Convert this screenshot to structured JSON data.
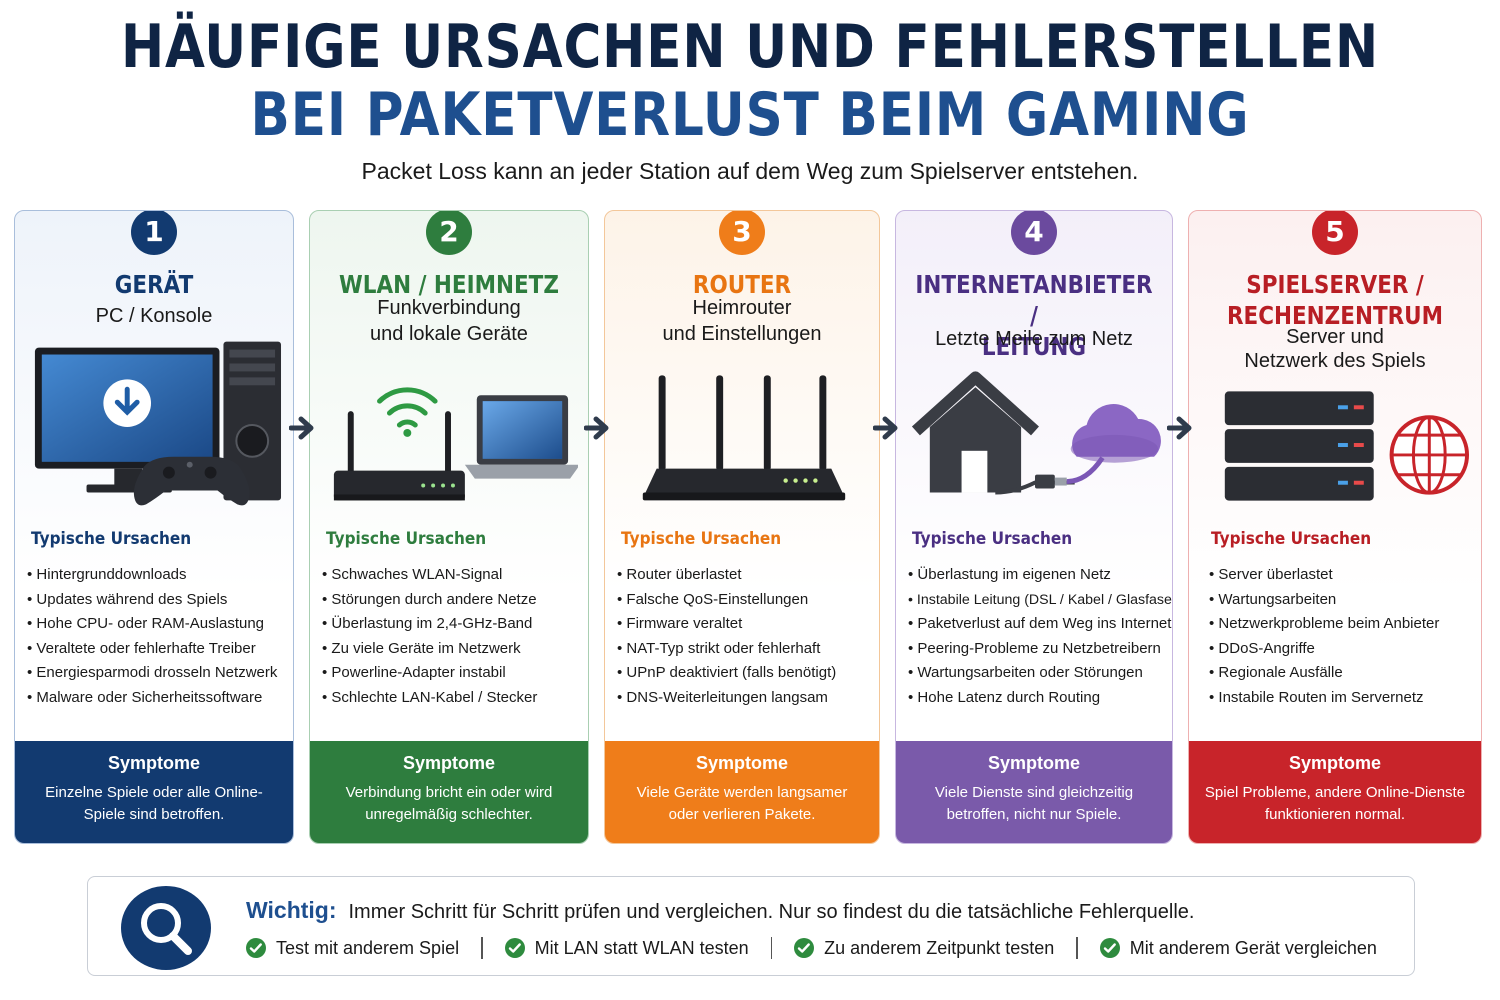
{
  "title_line1": "HÄUFIGE URSACHEN UND FEHLERSTELLEN",
  "title_line2": "BEI PAKETVERLUST BEIM GAMING",
  "subtitle": "Packet Loss kann an jeder Station auf dem Weg zum Spielserver entstehen.",
  "causes_heading": "Typische Ursachen",
  "symptoms_heading": "Symptome",
  "colors": {
    "navy": "#0f2444",
    "blue": "#1e4f8f",
    "green": "#2e7d3e",
    "orange": "#ef7d1a",
    "purple": "#6b4a9e",
    "red": "#c8242a"
  },
  "stations": [
    {
      "number": "1",
      "title_lines": [
        "GERÄT"
      ],
      "subtitle_lines": [
        "PC / Konsole"
      ],
      "icon": "pc-console-icon",
      "causes": [
        "Hintergrunddownloads",
        "Updates während des Spiels",
        "Hohe CPU- oder RAM-Auslastung",
        "Veraltete oder fehlerhafte Treiber",
        "Energiesparmodi drosseln Netzwerk",
        "Malware oder Sicherheitssoftware"
      ],
      "symptom_lines": [
        "Einzelne Spiele oder alle Online-",
        "Spiele sind betroffen."
      ]
    },
    {
      "number": "2",
      "title_lines": [
        "WLAN / HEIMNETZ"
      ],
      "subtitle_lines": [
        "Funkverbindung",
        "und lokale Geräte"
      ],
      "icon": "wifi-router-laptop-icon",
      "causes": [
        "Schwaches WLAN-Signal",
        "Störungen durch andere Netze",
        "Überlastung im 2,4-GHz-Band",
        "Zu viele Geräte im Netzwerk",
        "Powerline-Adapter instabil",
        "Schlechte LAN-Kabel / Stecker"
      ],
      "symptom_lines": [
        "Verbindung bricht ein oder wird",
        "unregelmäßig schlechter."
      ]
    },
    {
      "number": "3",
      "title_lines": [
        "ROUTER"
      ],
      "subtitle_lines": [
        "Heimrouter",
        "und Einstellungen"
      ],
      "icon": "router-icon",
      "causes": [
        "Router überlastet",
        "Falsche QoS-Einstellungen",
        "Firmware veraltet",
        "NAT-Typ strikt oder fehlerhaft",
        "UPnP deaktiviert (falls benötigt)",
        "DNS-Weiterleitungen langsam"
      ],
      "symptom_lines": [
        "Viele Geräte werden langsamer",
        "oder verlieren Pakete."
      ]
    },
    {
      "number": "4",
      "title_lines": [
        "INTERNETANBIETER /",
        "LEITUNG"
      ],
      "subtitle_lines": [
        "Letzte Meile zum Netz"
      ],
      "icon": "house-cloud-icon",
      "causes": [
        "Überlastung im eigenen Netz",
        "Instabile Leitung (DSL / Kabel / Glasfaser)",
        "Paketverlust auf dem Weg ins Internet",
        "Peering-Probleme zu Netzbetreibern",
        "Wartungsarbeiten oder Störungen",
        "Hohe Latenz durch Routing"
      ],
      "symptom_lines": [
        "Viele Dienste sind gleichzeitig",
        "betroffen, nicht nur Spiele."
      ]
    },
    {
      "number": "5",
      "title_lines": [
        "SPIELSERVER /",
        "RECHENZENTRUM"
      ],
      "subtitle_lines": [
        "Server und",
        "Netzwerk des Spiels"
      ],
      "icon": "server-globe-icon",
      "causes": [
        "Server überlastet",
        "Wartungsarbeiten",
        "Netzwerkprobleme beim Anbieter",
        "DDoS-Angriffe",
        "Regionale Ausfälle",
        "Instabile Routen im Servernetz"
      ],
      "symptom_lines": [
        "Spiel Probleme, andere Online-Dienste",
        "funktionieren normal."
      ]
    }
  ],
  "important": {
    "label": "Wichtig:",
    "text": "Immer Schritt für Schritt prüfen und vergleichen. Nur so findest du die tatsächliche Fehlerquelle.",
    "checks": [
      "Test mit anderem Spiel",
      "Mit LAN statt WLAN testen",
      "Zu anderem Zeitpunkt testen",
      "Mit anderem Gerät vergleichen"
    ]
  }
}
